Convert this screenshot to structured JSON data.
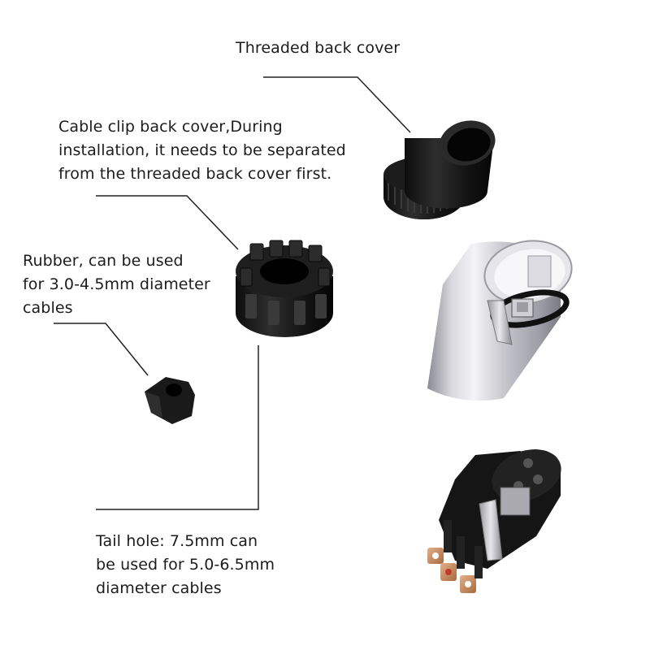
{
  "callouts": {
    "threaded_back_cover": "Threaded back cover",
    "cable_clip_back_cover": "Cable clip back cover,During\ninstallation, it needs to be separated\nfrom the threaded back cover first.",
    "rubber": "Rubber, can be used\nfor 3.0-4.5mm diameter\ncables",
    "tail_hole": "Tail hole: 7.5mm can\nbe used for 5.0-6.5mm\ndiameter cables"
  },
  "colors": {
    "background": "#ffffff",
    "text": "#1c1c1c",
    "leader_line": "#222222",
    "plastic_black": "#1a1a1a",
    "metal_silver": "#c9c9cf",
    "contact_copper": "#c48a5a"
  }
}
